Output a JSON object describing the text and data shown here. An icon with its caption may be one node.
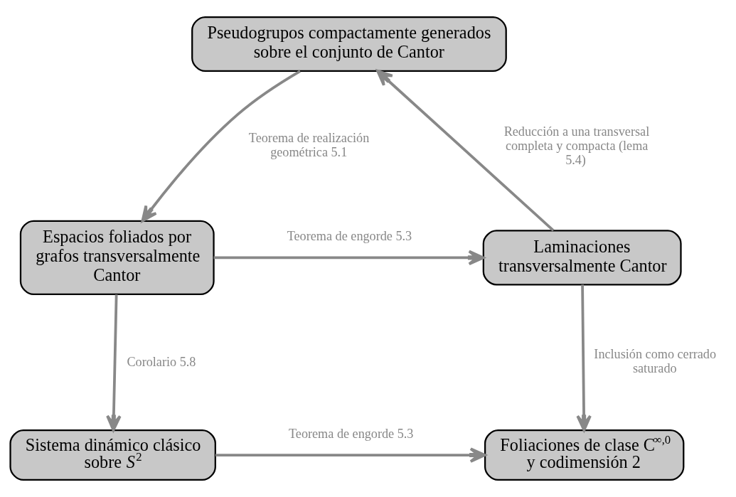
{
  "diagram": {
    "nodes": [
      {
        "text": [
          "Pseudogrupos compactamente generados sobre el conjunto de Cantor"
        ]
      },
      {
        "text": [
          "Espacios foliados por grafos transversalmente Cantor"
        ]
      },
      {
        "text": [
          "Laminaciones transversalmente Cantor"
        ]
      },
      {
        "text": [
          "Sistema dinámico clásico sobre *S*$^{2}$"
        ]
      },
      {
        "text": [
          "Foliaciones de clase C$^{∞,0}$ y codimensión 2"
        ]
      }
    ],
    "edges": [
      {
        "from": 0,
        "to": 1,
        "arrow": "to",
        "label": "Teorema de realización geométrica 5.1"
      },
      {
        "from": 2,
        "to": 0,
        "arrow": "to",
        "label": "Reducción a una transversal completa y compacta (lema 5.4)"
      },
      {
        "from": 1,
        "to": 2,
        "arrow": "to",
        "label": "Teorema de engorde 5.3"
      },
      {
        "from": 1,
        "to": 3,
        "arrow": "to",
        "label": "Corolario 5.8"
      },
      {
        "from": 2,
        "to": 4,
        "arrow": "to",
        "label": "Inclusión como cerrado saturado"
      },
      {
        "from": 3,
        "to": 4,
        "arrow": "to",
        "label": "Teorema de engorde 5.3"
      }
    ]
  }
}
